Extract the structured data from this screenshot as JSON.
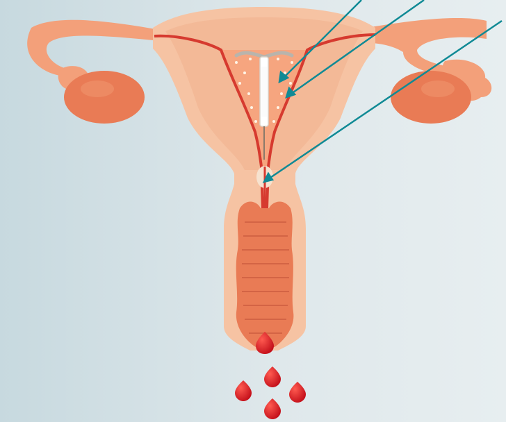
{
  "diagram": {
    "subject": "uterus-with-hormonal-iud",
    "colors": {
      "background_left": "#c7d9df",
      "background_right": "#e7eef0",
      "tissue_outer": "#f3a07a",
      "tissue_light": "#f6c3a3",
      "tissue_dark": "#e97b55",
      "lining_red": "#d63a2f",
      "blood_red": "#d9181d",
      "device_white": "#ffffff",
      "pointer_teal": "#108a95"
    },
    "pointers": [
      {
        "target": "iud-device"
      },
      {
        "target": "uterine-lining"
      },
      {
        "target": "cervical-canal"
      }
    ],
    "blood_drops": 5
  }
}
